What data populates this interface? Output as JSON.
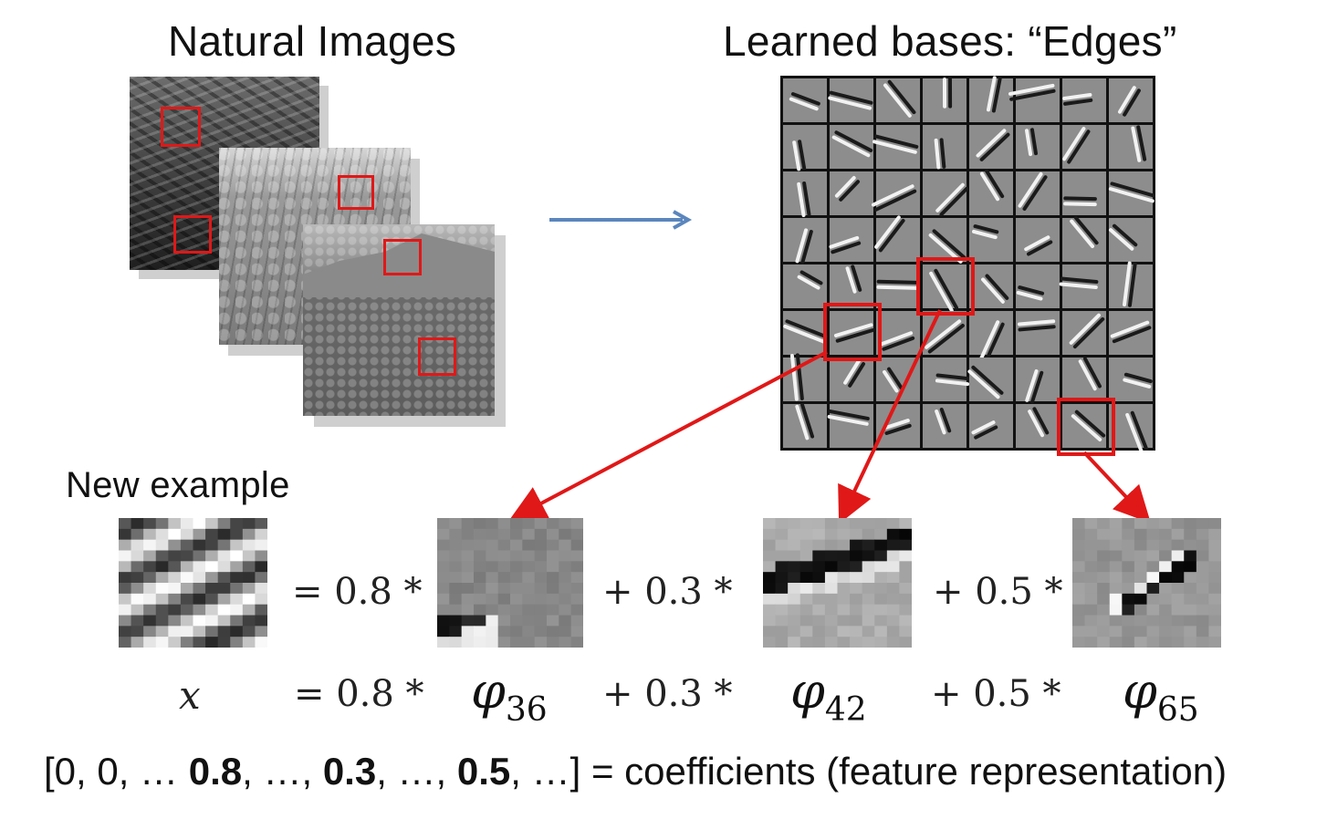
{
  "titles": {
    "natural_images": "Natural Images",
    "learned_bases": "Learned bases:  “Edges”",
    "new_example": "New example"
  },
  "equation_top": {
    "eq1": "= 0.8 *",
    "eq2": "+ 0.3 *",
    "eq3": "+ 0.5 *"
  },
  "equation_bottom": {
    "x": "x",
    "eq1": "= 0.8 *",
    "eq2": "+  0.3 *",
    "eq3": "+ 0.5 *",
    "phi_symbol": "φ",
    "phi1_sub": "36",
    "phi2_sub": "42",
    "phi3_sub": "65"
  },
  "coefficients": {
    "open": "[0, 0, … ",
    "v1": "0.8",
    "sep1": ", …, ",
    "v2": "0.3",
    "sep2": ", …, ",
    "v3": "0.5",
    "close": ", …] = coefficients (feature representation)"
  },
  "colors": {
    "highlight_red": "#e01818",
    "arrow_blue": "#5b86bd",
    "grid_border": "#111111"
  },
  "icons": {
    "flow_arrow": "right-arrow"
  }
}
